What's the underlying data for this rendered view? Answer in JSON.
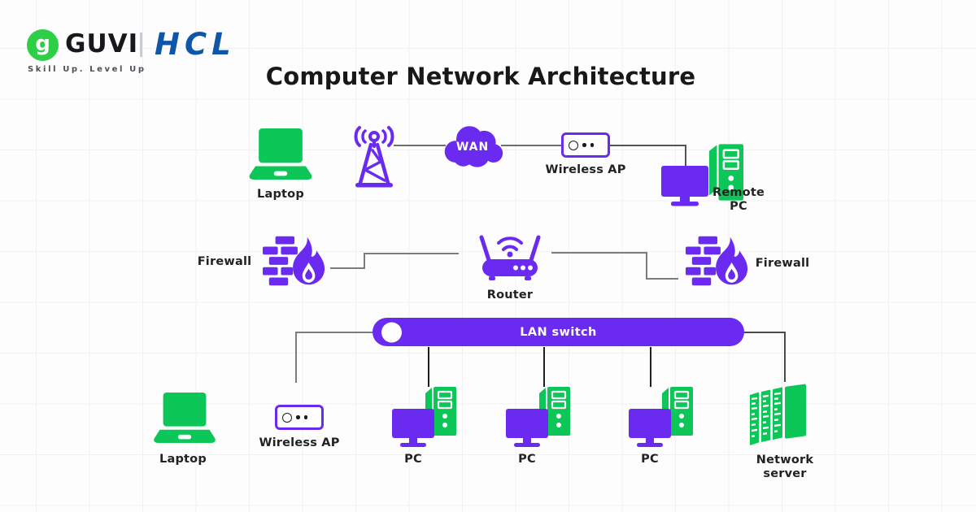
{
  "header": {
    "brand": {
      "guvi": "GUVI",
      "guvi_mark": "g",
      "hcl": "HCL",
      "tagline": "Skill Up. Level Up"
    },
    "title": "Computer Network Architecture"
  },
  "nodes": {
    "laptop_top": "Laptop",
    "wan": "WAN",
    "wireless_ap_top": "Wireless AP",
    "remote_pc": "Remote PC",
    "firewall_left": "Firewall",
    "router": "Router",
    "firewall_right": "Firewall",
    "lan_switch": "LAN switch",
    "laptop_bottom": "Laptop",
    "wireless_ap_bottom": "Wireless AP",
    "pc1": "PC",
    "pc2": "PC",
    "pc3": "PC",
    "network_server": "Network server"
  },
  "icons": [
    "guvi-logo-icon",
    "laptop-icon",
    "cell-tower-icon",
    "wan-cloud-icon",
    "wireless-ap-icon",
    "monitor-icon",
    "computer-tower-icon",
    "firewall-icon",
    "router-icon",
    "lan-switch-bar",
    "network-server-icon"
  ],
  "colors": {
    "purple": "#6A2AF0",
    "green": "#0CC757",
    "logo_green": "#2DCF46",
    "hcl_blue": "#0E57A8",
    "line_gray": "#757575",
    "line_dark": "#1f1f1f"
  }
}
